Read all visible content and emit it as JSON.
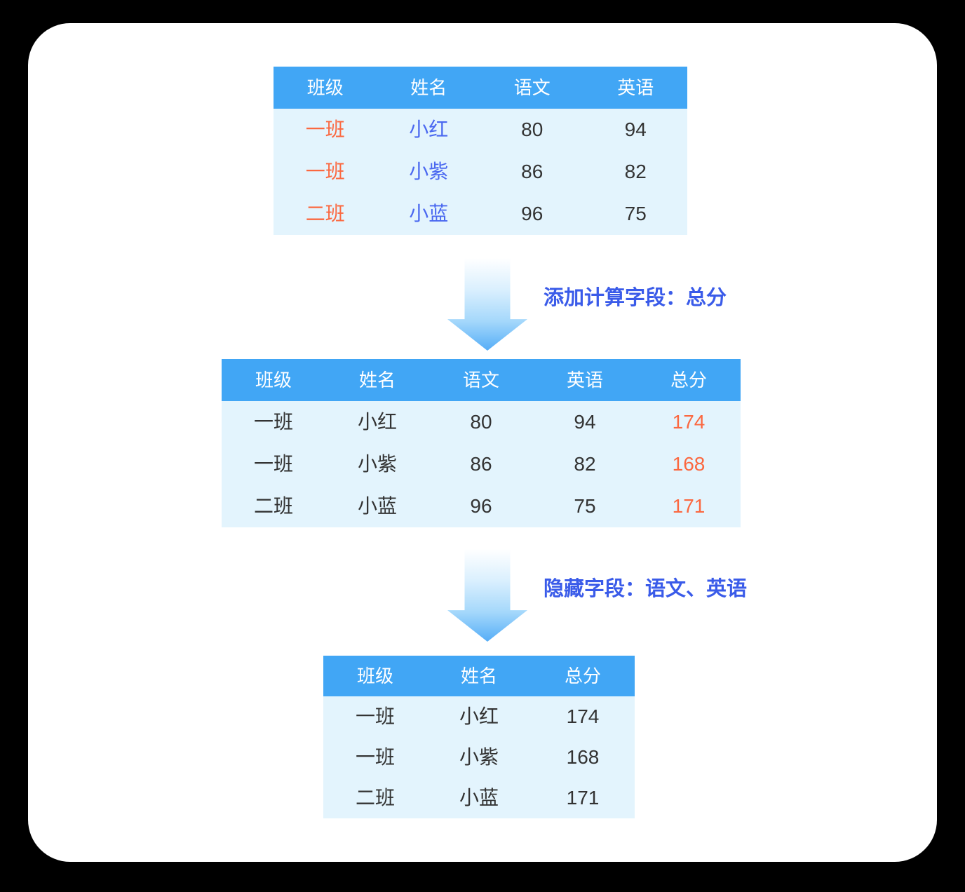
{
  "colors": {
    "page_bg": "#000000",
    "card_bg": "#FFFFFF",
    "header_bg": "#41A6F5",
    "header_text": "#FFFFFF",
    "body_bg": "#E3F4FD",
    "text_dark": "#333333",
    "accent_orange": "#FB6840",
    "accent_blue": "#4A68F0",
    "label_blue": "#3A5BE9",
    "arrow_blue": "#55ADF7"
  },
  "tables": [
    {
      "name": "source-table",
      "columns": [
        "班级",
        "姓名",
        "语文",
        "英语"
      ],
      "cell_color_roles": [
        "orange",
        "blue",
        "plain",
        "plain"
      ],
      "rows": [
        [
          "一班",
          "小红",
          "80",
          "94"
        ],
        [
          "一班",
          "小紫",
          "86",
          "82"
        ],
        [
          "二班",
          "小蓝",
          "96",
          "75"
        ]
      ]
    },
    {
      "name": "table-with-calculated-field",
      "columns": [
        "班级",
        "姓名",
        "语文",
        "英语",
        "总分"
      ],
      "cell_color_roles": [
        "plain",
        "plain",
        "plain",
        "plain",
        "orange"
      ],
      "rows": [
        [
          "一班",
          "小红",
          "80",
          "94",
          "174"
        ],
        [
          "一班",
          "小紫",
          "86",
          "82",
          "168"
        ],
        [
          "二班",
          "小蓝",
          "96",
          "75",
          "171"
        ]
      ]
    },
    {
      "name": "table-with-hidden-fields",
      "columns": [
        "班级",
        "姓名",
        "总分"
      ],
      "cell_color_roles": [
        "plain",
        "plain",
        "plain"
      ],
      "rows": [
        [
          "一班",
          "小红",
          "174"
        ],
        [
          "一班",
          "小紫",
          "168"
        ],
        [
          "二班",
          "小蓝",
          "171"
        ]
      ]
    }
  ],
  "steps": [
    {
      "label": "添加计算字段：总分"
    },
    {
      "label": "隐藏字段：语文、英语"
    }
  ]
}
